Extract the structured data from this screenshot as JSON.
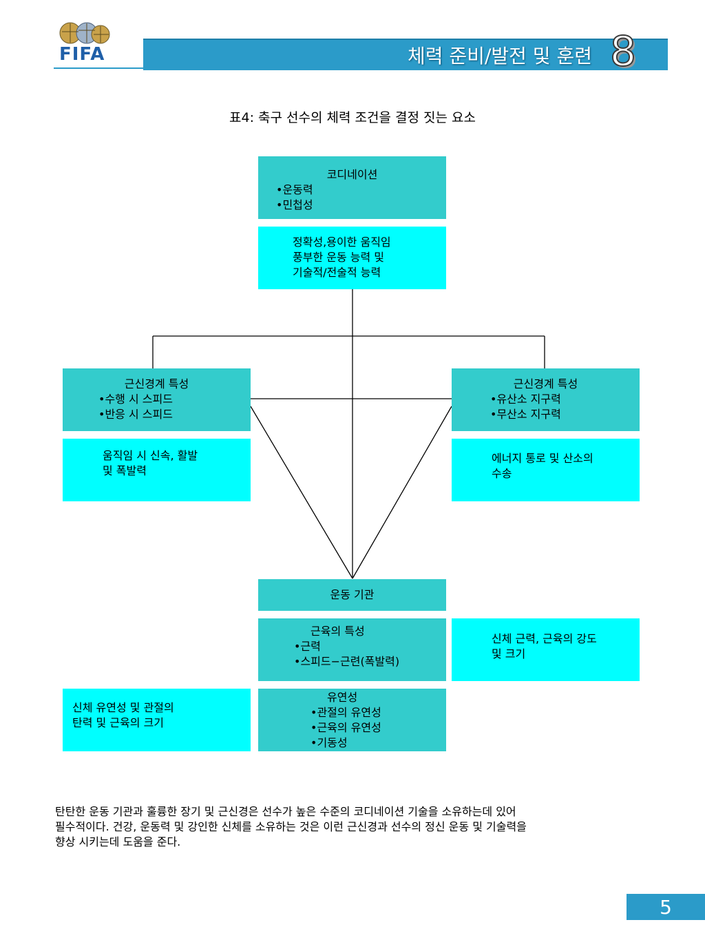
{
  "header": {
    "logo_text": "FIFA",
    "title": "체력 준비/발전 및 훈련",
    "chapter_number": "8"
  },
  "table_caption": "표4: 축구 선수의 체력 조건을 결정 짓는 요소",
  "coordination": {
    "title": "코디네이션",
    "items": [
      "•운동력",
      "•민첩성"
    ],
    "result_lines": [
      "정확성,용이한 움직임",
      "풍부한 운동 능력 및",
      "기술적/전술적 능력"
    ]
  },
  "neuromuscular_left": {
    "title": "근신경계 특성",
    "items": [
      "•수행 시 스피드",
      "•반응 시 스피드"
    ],
    "result_lines": [
      "움직임 시 신속, 활발",
      "및 폭발력"
    ]
  },
  "neuromuscular_right": {
    "title": "근신경계 특성",
    "items": [
      "•유산소 지구력",
      "•무산소 지구력"
    ],
    "result_lines": [
      "에너지 통로 및 산소의",
      "수송"
    ]
  },
  "locomotor": {
    "title": "운동 기관"
  },
  "muscle": {
    "title": "근육의 특성",
    "items": [
      "•근력",
      "•스피드−근련(폭발력)"
    ],
    "result_lines": [
      "신체 근력, 근육의 강도",
      "및 크기"
    ]
  },
  "flexibility": {
    "title": "유연성",
    "items": [
      "•관절의 유연성",
      "•근육의 유연성",
      "•기동성"
    ],
    "result_lines": [
      "신체 유연성 및 관절의",
      "탄력 및 근육의 크기"
    ]
  },
  "paragraph_lines": [
    "탄탄한 운동 기관과 훌륭한 장기 및 근신경은 선수가 높은 수준의 코디네이션 기술을 소유하는데 있어",
    "필수적이다. 건강, 운동력 및 강인한 신체를 소유하는 것은 이런 근신경과 선수의 정신 운동 및 기술력을",
    "향상 시키는데 도움을 준다."
  ],
  "page_number": "5",
  "colors": {
    "header_blue": "#2b9bc9",
    "box_dark_teal": "#33cccc",
    "box_cyan": "#00ffff"
  }
}
